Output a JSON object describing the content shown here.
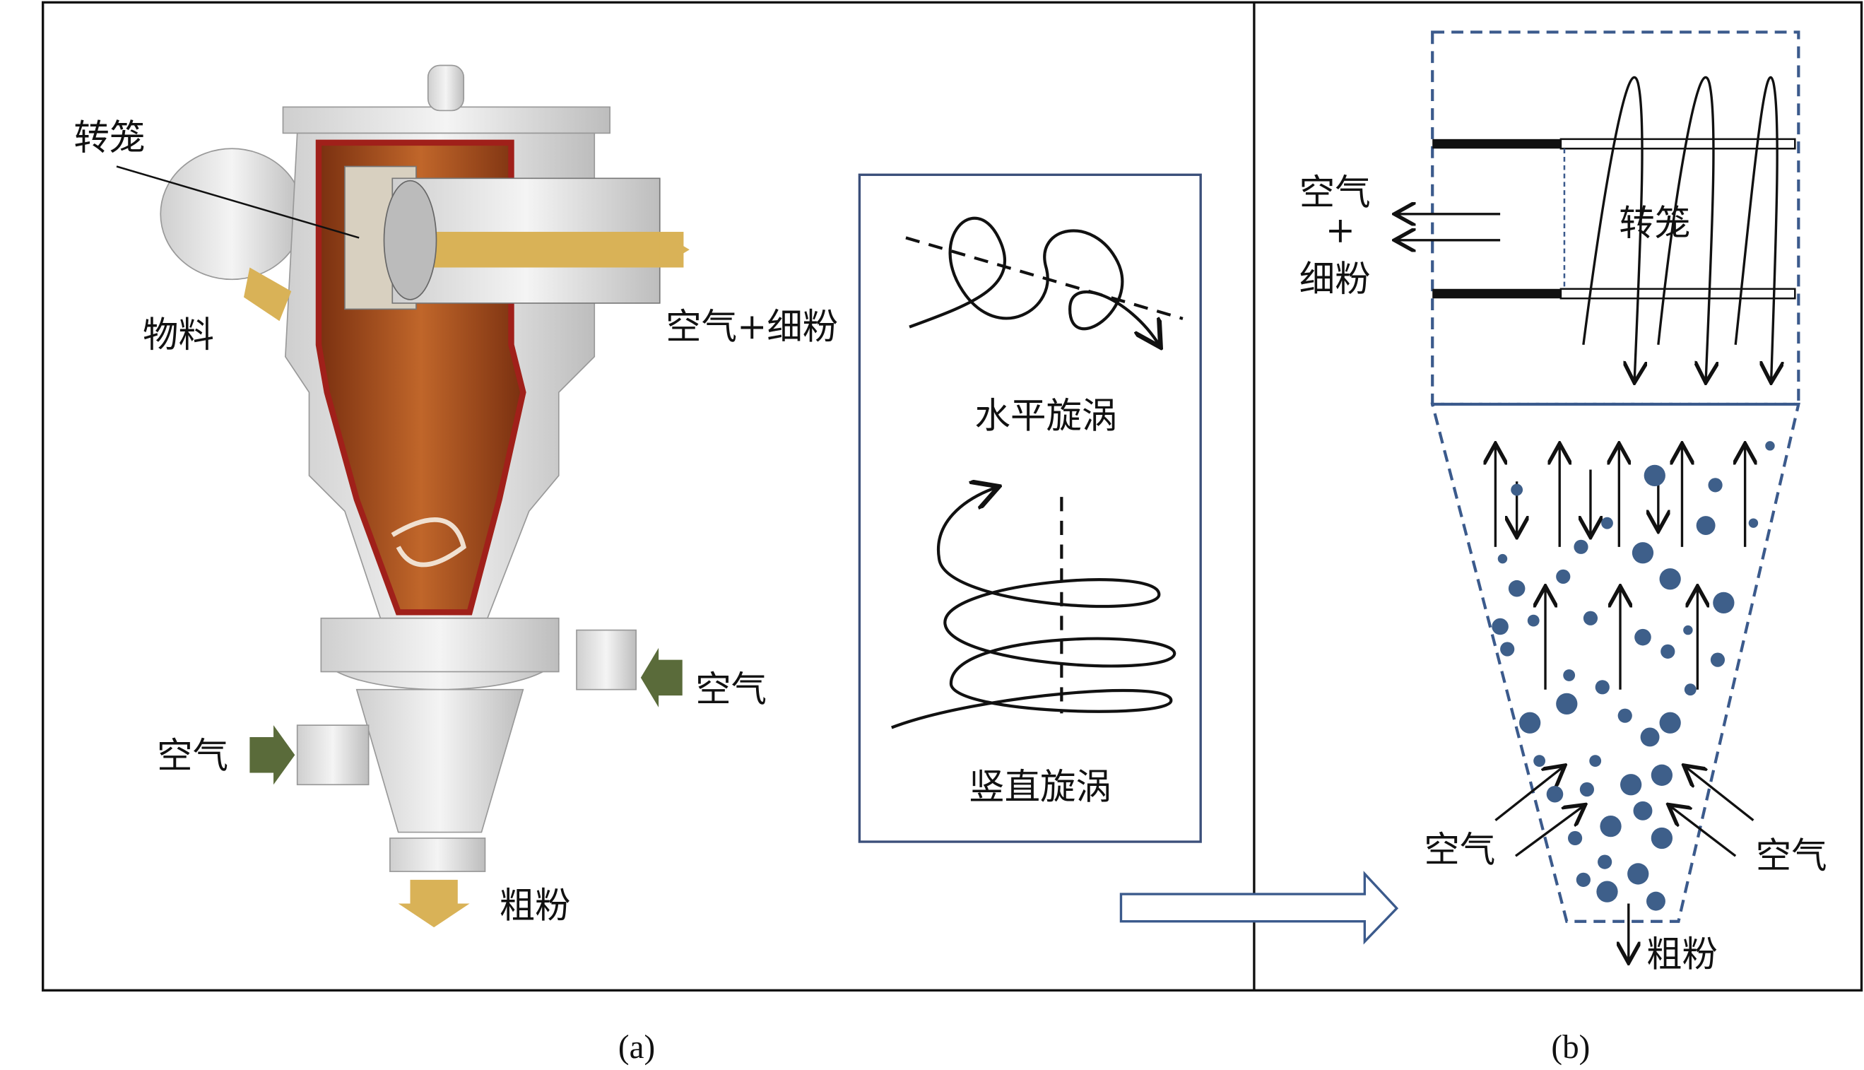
{
  "panel_a": {
    "labels": {
      "rotor_cage": "转笼",
      "material": "物料",
      "air_fine_powder": "空气+细粉",
      "air_right": "空气",
      "air_left": "空气",
      "coarse_powder": "粗粉"
    },
    "inset": {
      "horizontal_vortex": "水平旋涡",
      "vertical_vortex": "竖直旋涡"
    },
    "caption": "(a)"
  },
  "panel_b": {
    "labels": {
      "air_top": "空气",
      "plus": "+",
      "fine_powder": "细粉",
      "rotor_cage": "转笼",
      "air_left": "空气",
      "air_right": "空气",
      "coarse_powder": "粗粉"
    },
    "caption": "(b)"
  },
  "colors": {
    "particle": "#3e5f8a",
    "dashed_outline": "#3b5a8c",
    "inset_border": "#3b4f7a",
    "machine_interior": "#a8501c",
    "arrow_green": "#5a6b3a"
  }
}
